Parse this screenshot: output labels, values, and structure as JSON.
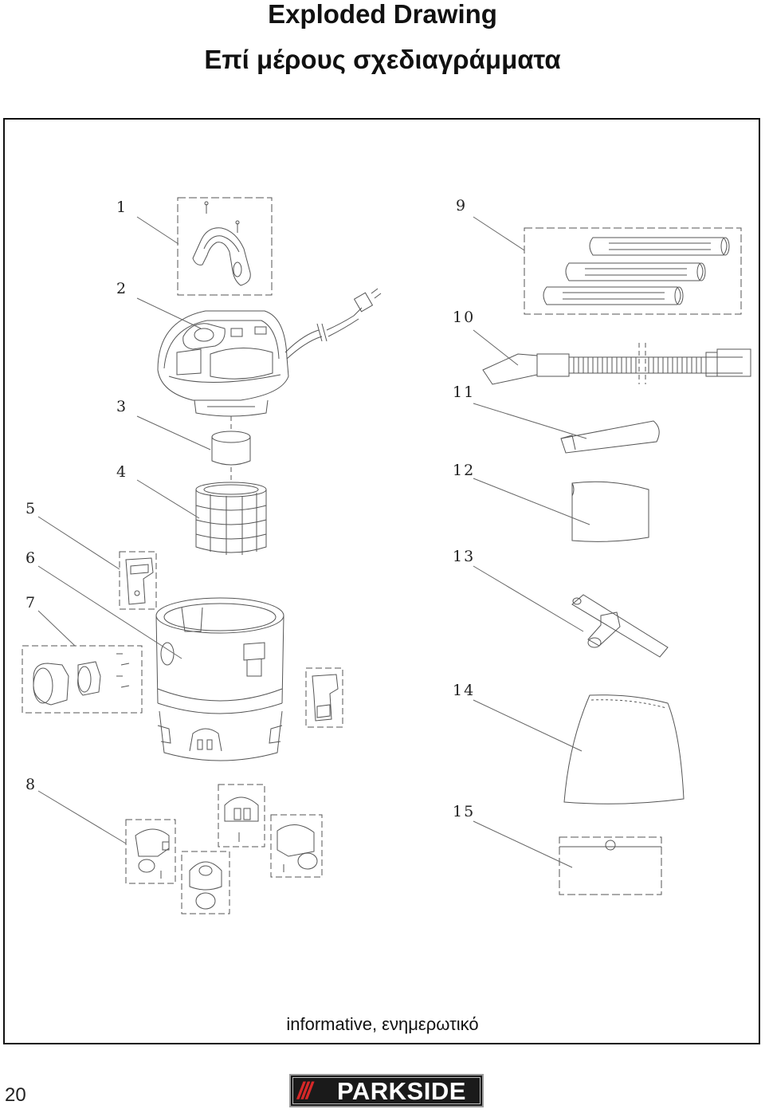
{
  "header": {
    "title_en": "Exploded Drawing",
    "title_el": "Επί μέρους σχεδιαγράμματα"
  },
  "parts": {
    "labels": [
      "1",
      "2",
      "3",
      "4",
      "5",
      "6",
      "7",
      "8",
      "9",
      "10",
      "11",
      "12",
      "13",
      "14",
      "15"
    ]
  },
  "footer": {
    "caption": "informative, ενημερωτικό",
    "page_number": "20",
    "brand_logo": "PARKSIDE"
  },
  "colors": {
    "logo_background": "#1a1a1a",
    "logo_slashes": "#d62828",
    "logo_text": "#ffffff"
  }
}
